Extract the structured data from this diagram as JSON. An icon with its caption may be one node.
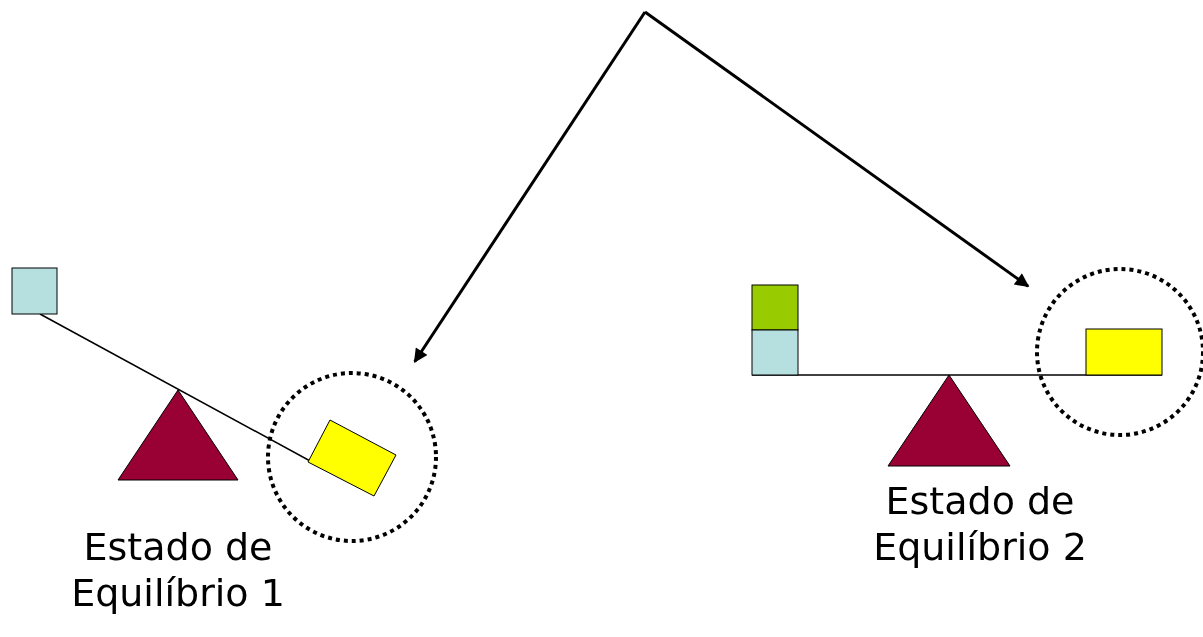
{
  "diagram": {
    "nodes": [
      {
        "text": [],
        "shape": "circle"
      },
      {
        "text": [],
        "shape": "circle"
      }
    ],
    "edges": [
      {
        "from": null,
        "to": 0,
        "arrow": "to"
      },
      {
        "from": null,
        "to": 1,
        "arrow": "to"
      }
    ],
    "labels": [
      "Estado de Equilíbrio 1",
      "Estado de Equilíbrio 2"
    ]
  }
}
